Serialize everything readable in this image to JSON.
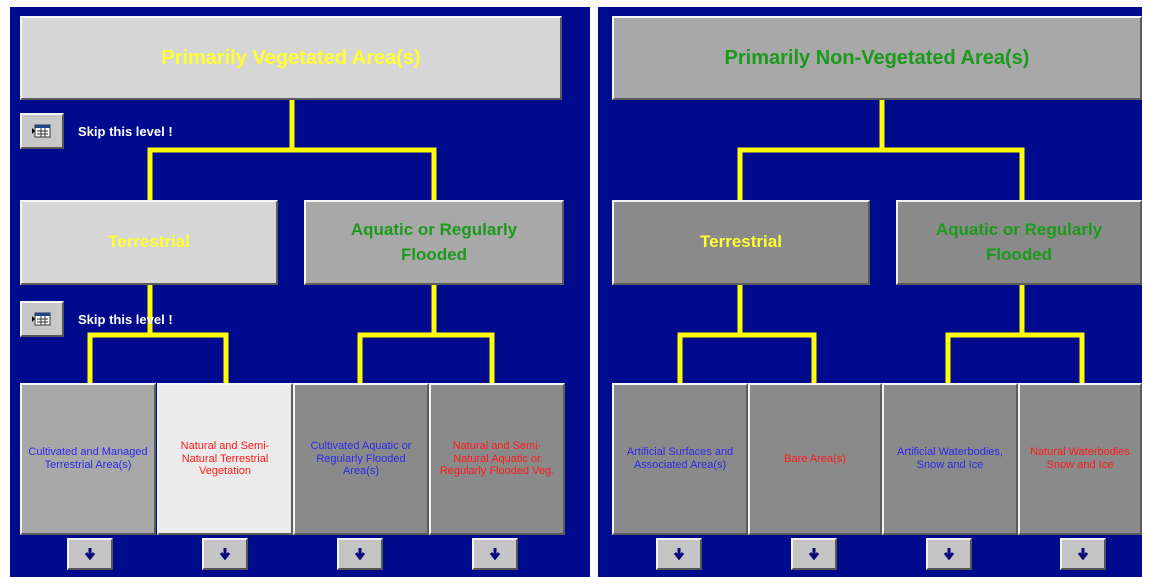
{
  "colors": {
    "background": "#000a8c",
    "connector": "#ffff00",
    "text_yellow": "#ffff33",
    "text_green": "#1a9a1a",
    "text_blue": "#2a2ae8",
    "text_red": "#ff1a1a"
  },
  "left": {
    "title": "Primarily Vegetated Area(s)",
    "skip_label_1": "Skip this level !",
    "skip_label_2": "Skip this level !",
    "terrestrial": "Terrestrial",
    "aquatic": "Aquatic or Regularly Flooded",
    "leaves": [
      "Cultivated and Managed Terrestrial Area(s)",
      "Natural and Semi-Natural Terrestrial Vegetation",
      "Cultivated Aquatic or Regularly Flooded Area(s)",
      "Natural and Semi-Natural Aquatic or Regularly Flooded Veg."
    ]
  },
  "right": {
    "title": "Primarily Non-Vegetated Area(s)",
    "terrestrial": "Terrestrial",
    "aquatic": "Aquatic or Regularly Flooded",
    "leaves": [
      "Artificial Surfaces and Associated Area(s)",
      "Bare Area(s)",
      "Artificial Waterbodies, Snow and Ice",
      "Natural Waterbodies Snow and Ice"
    ]
  },
  "icons": {
    "skip": "skip-level-icon",
    "down": "down-arrow-icon"
  }
}
